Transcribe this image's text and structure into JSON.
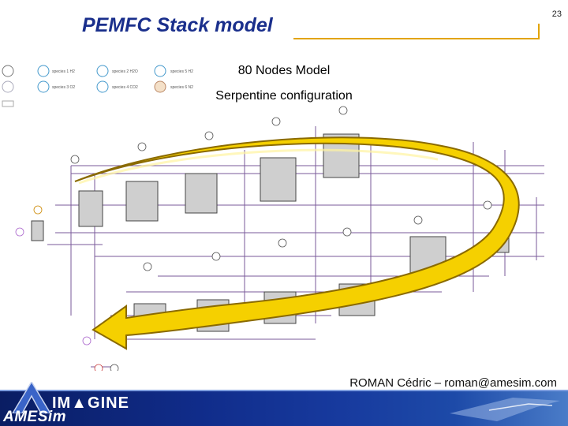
{
  "slide": {
    "title": "PEMFC Stack model",
    "number": "23",
    "subtitle_1": "80 Nodes Model",
    "subtitle_2": "Serpentine configuration",
    "author": "ROMAN Cédric – roman@amesim.com"
  },
  "legend": {
    "row1": [
      "species 1 H2",
      "species 2 H2O",
      "species 5 H2"
    ],
    "row2": [
      "species 3 O2",
      "species 4 CO2",
      "species 6 N2"
    ]
  },
  "footer": {
    "brand_left": "AMESim",
    "brand_right": "IM▲GINE"
  },
  "colors": {
    "title": "#1a2f8c",
    "accent_rule": "#e2a400",
    "arrow_fill": "#f5d000",
    "arrow_outline": "#8a6a00",
    "footer": "#102c8a"
  }
}
